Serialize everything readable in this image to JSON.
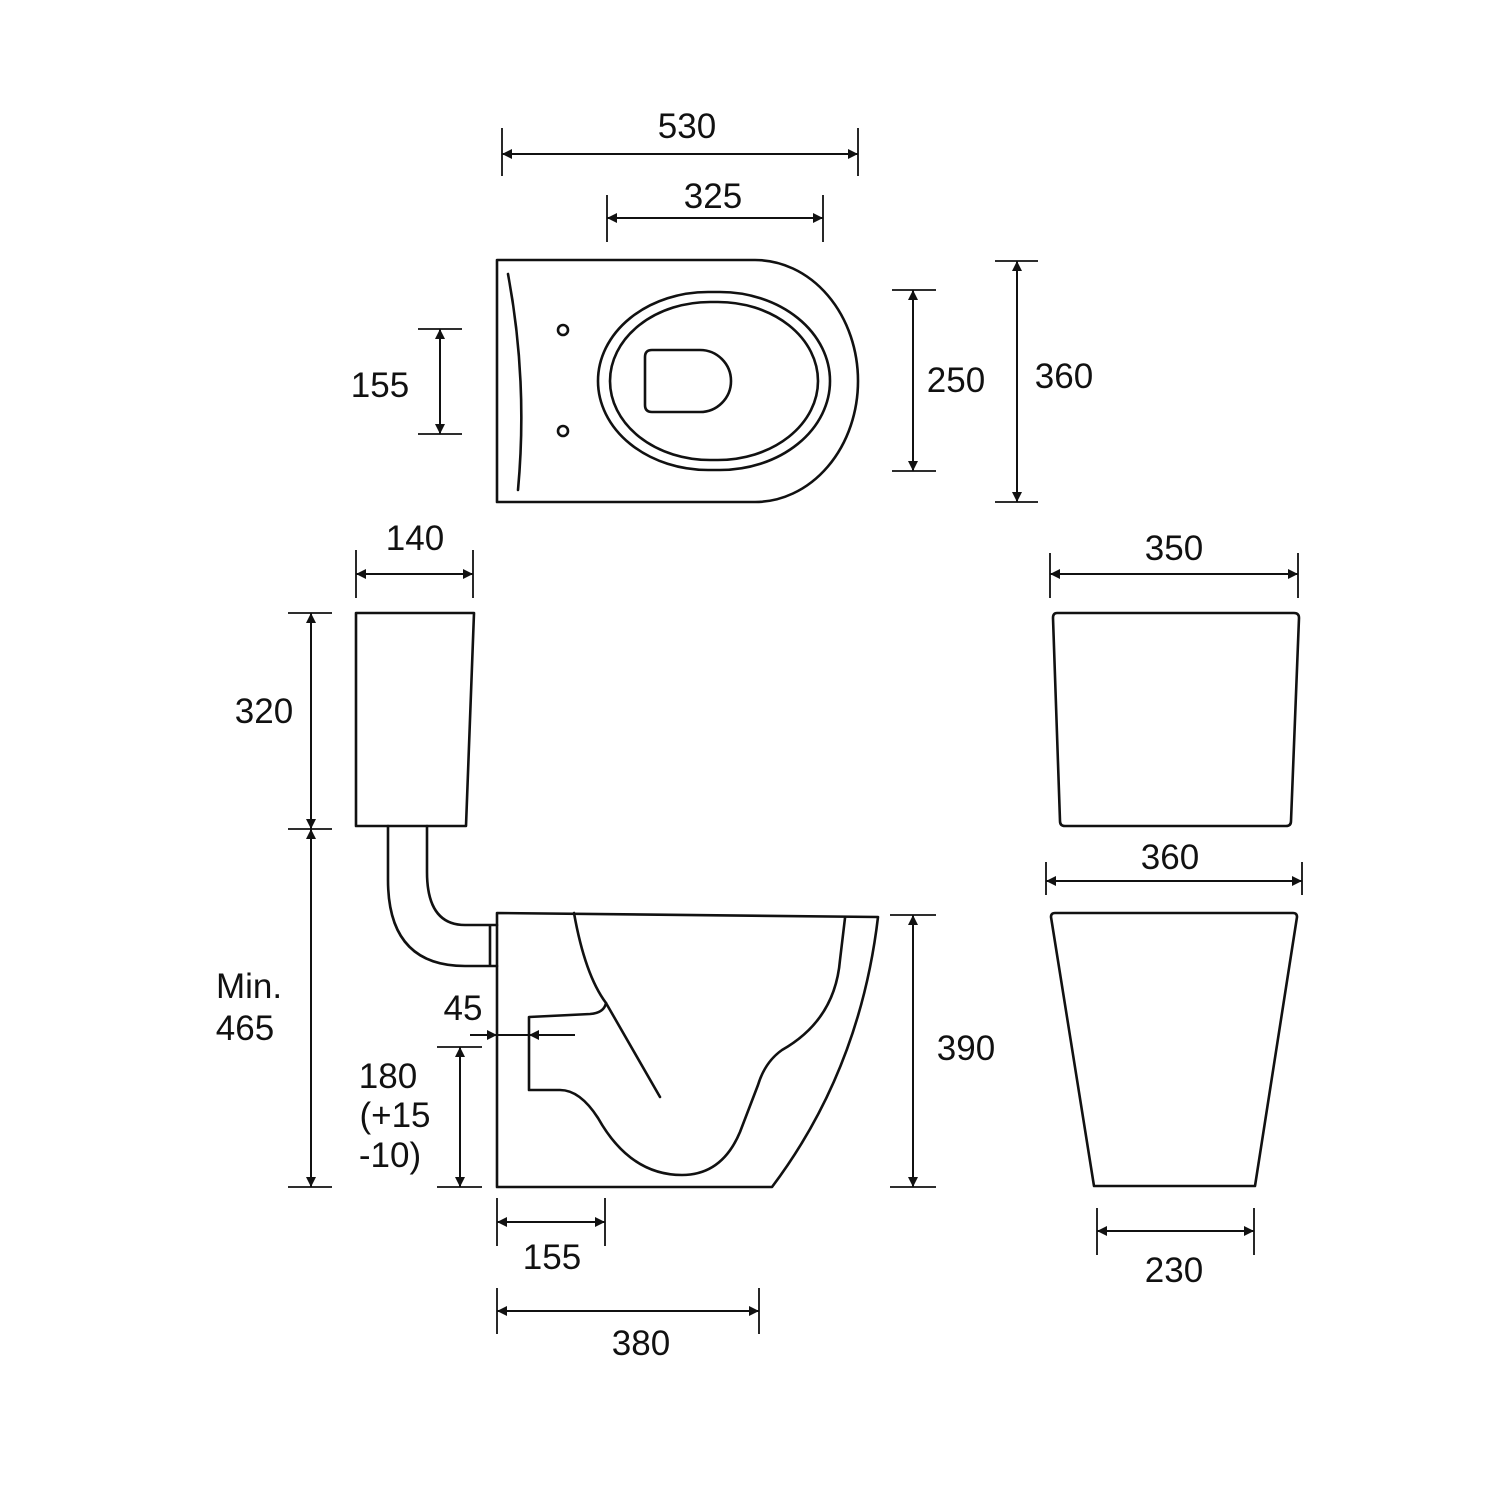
{
  "title": "Toilet dimension drawing",
  "units": "mm",
  "colors": {
    "line": "#111111",
    "background": "#ffffff"
  },
  "top_view": {
    "overall_width": "530",
    "seat_width": "325",
    "fixing_hole_spacing": "155",
    "seat_depth": "250",
    "overall_depth": "360"
  },
  "side_view": {
    "cistern_depth": "140",
    "cistern_height": "320",
    "min_label": "Min.",
    "min_height": "465",
    "outlet_offset": "45",
    "outlet_height": "180",
    "outlet_tolerance_plus": "(+15",
    "outlet_tolerance_minus": "-10)",
    "pan_height": "390",
    "outlet_center": "155",
    "pan_depth": "380"
  },
  "front_view": {
    "cistern_width": "350",
    "pan_top_width": "360",
    "pan_base_width": "230"
  }
}
